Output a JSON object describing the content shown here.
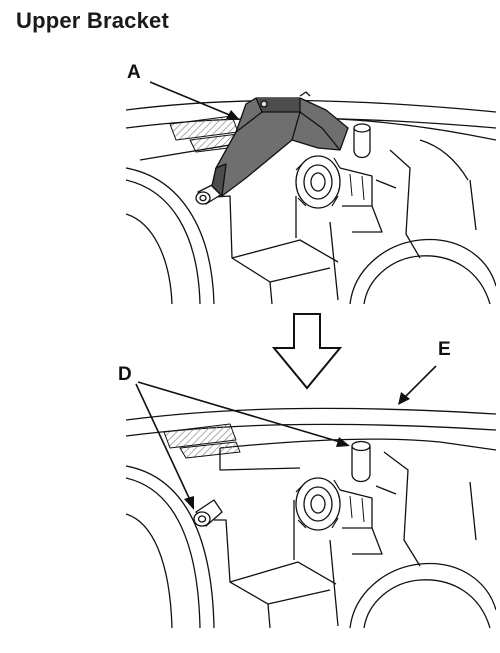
{
  "page": {
    "title": "Upper Bracket"
  },
  "callouts": {
    "a": "A",
    "d": "D",
    "e": "E"
  },
  "colors": {
    "line": "#111111",
    "bracket_fill": "#6f6f6f",
    "bracket_shade": "#4d4d4d",
    "hatch": "#8a8a8a"
  }
}
